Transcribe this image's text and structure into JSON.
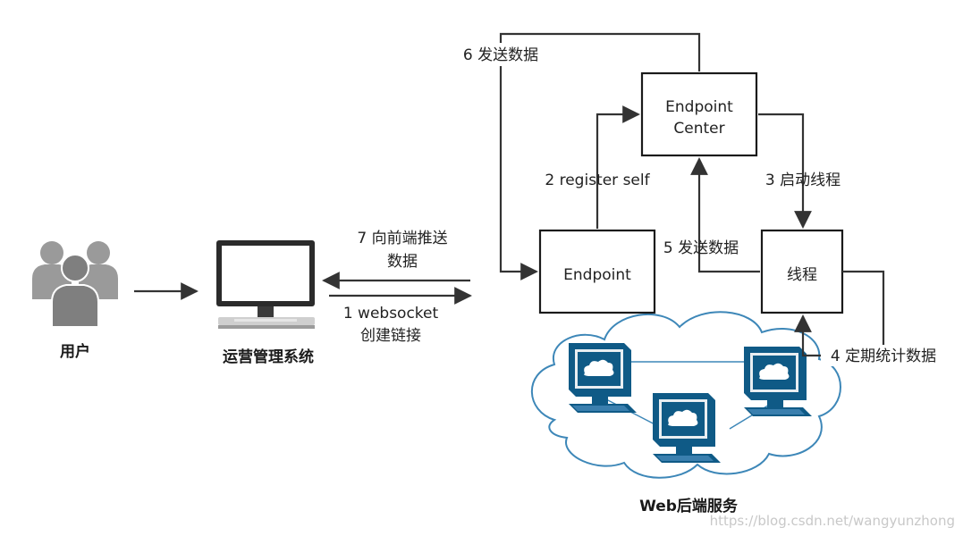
{
  "nodes": {
    "user": "用户",
    "ops_system": "运营管理系统",
    "endpoint_center_line1": "Endpoint",
    "endpoint_center_line2": "Center",
    "endpoint": "Endpoint",
    "thread": "线程",
    "web_backend": "Web后端服务"
  },
  "edges": {
    "e1_line1": "1 websocket",
    "e1_line2": "创建链接",
    "e2": "2 register self",
    "e3": "3 启动线程",
    "e4": "4 定期统计数据",
    "e5": "5 发送数据",
    "e6": "6 发送数据",
    "e7_line1": "7 向前端推送",
    "e7_line2": "数据"
  },
  "watermark": "https://blog.csdn.net/wangyunzhong",
  "colors": {
    "line": "#333333",
    "cloud_stroke": "#3d87b8",
    "computer": "#0f5a86",
    "user_icon": "#8c8c8c"
  }
}
